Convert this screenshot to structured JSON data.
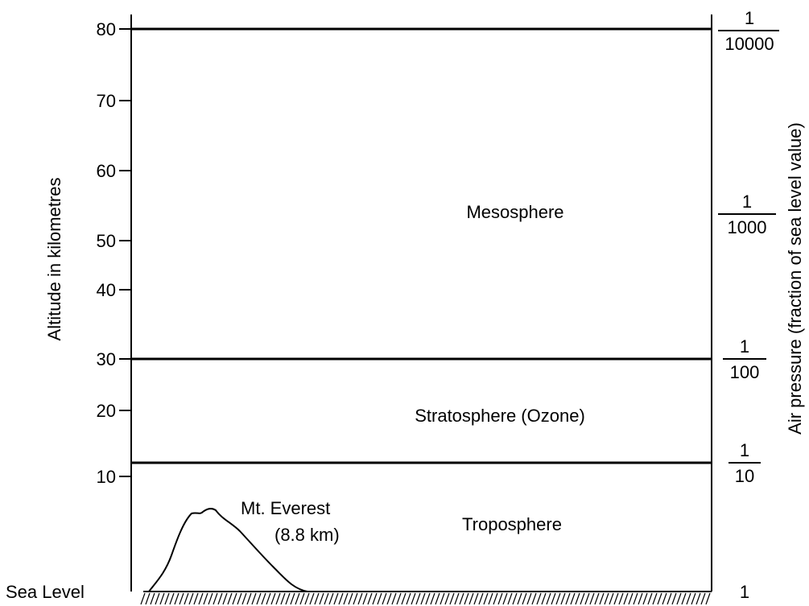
{
  "y_axis": {
    "label": "Altitude in kilometres",
    "ticks": [
      "10",
      "20",
      "30",
      "40",
      "50",
      "60",
      "70",
      "80"
    ],
    "base_label": "Sea Level"
  },
  "right_axis": {
    "label": "Air pressure (fraction of sea level value)",
    "sea_level_value": "1",
    "fractions": [
      {
        "numerator": "1",
        "denominator": "10"
      },
      {
        "numerator": "1",
        "denominator": "100"
      },
      {
        "numerator": "1",
        "denominator": "1000"
      },
      {
        "numerator": "1",
        "denominator": "10000"
      }
    ]
  },
  "layers": {
    "troposphere": "Troposphere",
    "stratosphere": "Stratosphere (Ozone)",
    "mesosphere": "Mesosphere"
  },
  "mountain": {
    "name": "Mt. Everest",
    "height": "(8.8 km)"
  },
  "boundaries_km": [
    12,
    30,
    80
  ],
  "colors": {
    "line": "#000000",
    "background": "#ffffff"
  }
}
